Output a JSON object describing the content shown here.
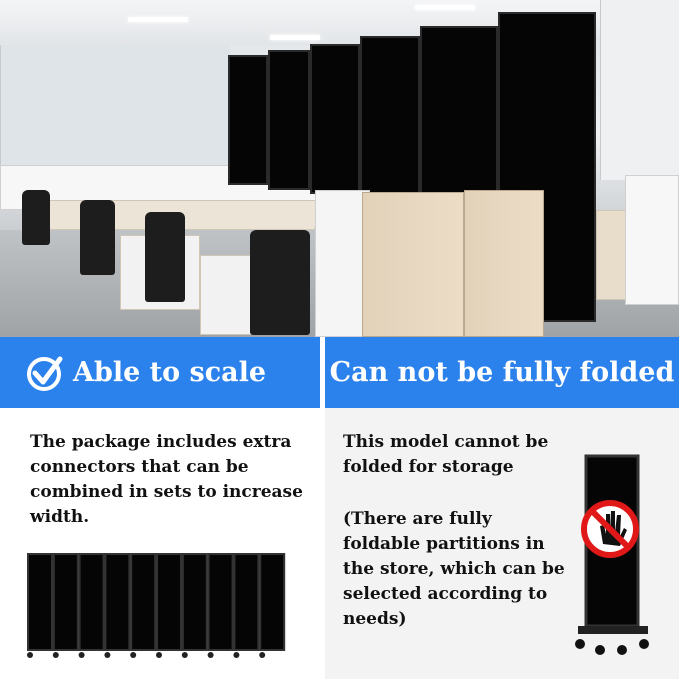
{
  "left": {
    "banner_title": "Able to scale",
    "banner_icon": "check-circle-icon",
    "description": "The package includes extra connectors that can be combined in sets to increase width."
  },
  "right": {
    "banner_title": "Can not be fully folded",
    "description_1": "This model cannot be folded for storage",
    "description_2": "(There are fully foldable partitions in the store, which can be selected according to needs)",
    "prohibit_icon": "no-hand-icon"
  },
  "colors": {
    "banner_blue": "#2b82ec",
    "right_panel_bg": "#f3f3f3",
    "partition": "#050505"
  }
}
